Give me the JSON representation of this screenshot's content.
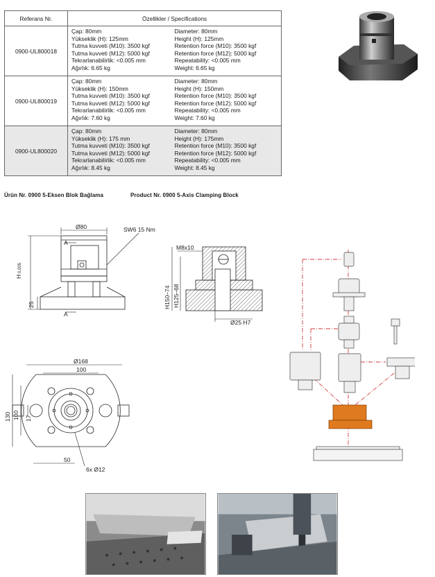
{
  "table": {
    "header_ref": "Referans Nr.",
    "header_spec": "Özellikler / Specifications",
    "rows": [
      {
        "ref": "0900-UL800018",
        "tr": [
          "Çap: 80mm",
          "Yükseklik (H): 125mm",
          "Tutma kuvveti (M10): 3500 kgf",
          "Tutma kuvveti (M12): 5000 kgf",
          "Tekrarlanabilirlik: <0.005 mm",
          "Ağırlık: 6.65 kg"
        ],
        "en": [
          "Diameter: 80mm",
          "Height (H): 125mm",
          "Retention force (M10): 3500 kgf",
          "Retention force (M12): 5000 kgf",
          "Repeatability: <0.005 mm",
          "Weight: 6.65 kg"
        ]
      },
      {
        "ref": "0900-UL800019",
        "tr": [
          "Çap: 80mm",
          "Yükseklik (H): 150mm",
          "Tutma kuvveti (M10): 3500 kgf",
          "Tutma kuvveti (M12): 5000 kgf",
          "Tekrarlanabilirlik: <0.005 mm",
          "Ağırlık: 7.60 kg"
        ],
        "en": [
          "Diameter: 80mm",
          "Height (H): 150mm",
          "Retention force (M10): 3500 kgf",
          "Retention force (M12): 5000 kgf",
          "Repeatability: <0.005 mm",
          "Weight: 7.60 kg"
        ]
      },
      {
        "ref": "0900-UL800020",
        "tr": [
          "Çap: 80mm",
          "Yükseklik (H): 175 mm",
          "Tutma kuvveti (M10): 3500 kgf",
          "Tutma kuvveti (M12): 5000 kgf",
          "Tekrarlanabilirlik: <0.005 mm",
          "Ağırlık: 8.45 kg"
        ],
        "en": [
          "Diameter: 80mm",
          "Height (H): 175mm",
          "Retention force (M10): 3500 kgf",
          "Retention force (M12): 5000 kgf",
          "Repeatability: <0.005 mm",
          "Weight: 8.45 kg"
        ]
      }
    ]
  },
  "caption": {
    "tr": "Ürün Nr. 0900  5-Eksen Blok Bağlama",
    "en": "Product Nr. 0900  5-Axis Clamping Block"
  },
  "drawing_front": {
    "d80": "Ø80",
    "sw": "SW6  15 Nm",
    "a_top": "A",
    "a_bottom": "A",
    "h_tol": "H",
    "tol": "0,005",
    "d25": "25"
  },
  "drawing_section": {
    "m8": "M8x10",
    "h150": "H150–74",
    "h125": "H125–68",
    "d25h7": "Ø25 H7"
  },
  "drawing_top": {
    "d168": "Ø168",
    "d100": "100",
    "d130": "130",
    "d100v": "100",
    "d17": "17",
    "d50": "50",
    "holes": "6x Ø12"
  },
  "colors": {
    "accent_orange": "#e07a1e",
    "dashdot_red": "#d23a3a"
  }
}
